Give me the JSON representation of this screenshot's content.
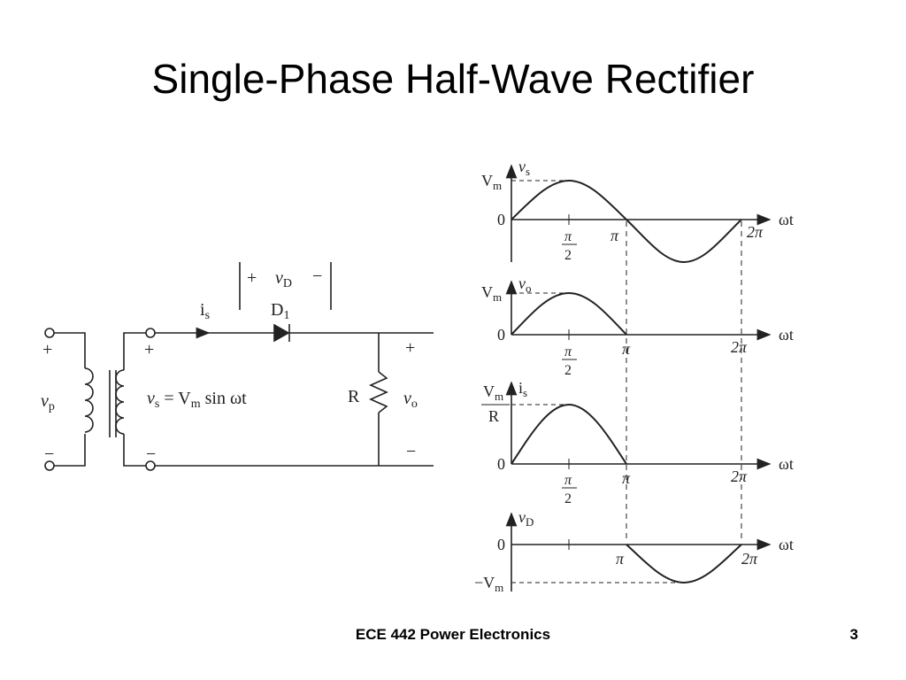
{
  "slide": {
    "title": "Single-Phase Half-Wave Rectifier",
    "footer": "ECE 442 Power Electronics",
    "page_number": "3"
  },
  "circuit": {
    "plus": "+",
    "minus": "−",
    "primary_v": "v",
    "primary_sub": "p",
    "diode_v": "v",
    "diode_sub": "D",
    "current": "i",
    "current_sub": "s",
    "diode_name": "D",
    "diode_sub_num": "1",
    "source_eq_v": "v",
    "source_eq_sub": "s",
    "source_eq_rhs": " = V",
    "source_eq_m": "m",
    "source_eq_tail": " sin ωt",
    "resistor": "R",
    "out_v": "v",
    "out_sub": "o"
  },
  "waveforms": {
    "axis_label": "ωt",
    "zero": "0",
    "pi": "π",
    "two_pi": "2π",
    "half_num": "π",
    "half_den": "2",
    "vm": "V",
    "vm_sub": "m",
    "r_den": "R",
    "neg_vm": "−V",
    "plot1_v": "v",
    "plot1_sub": "s",
    "plot2_v": "v",
    "plot2_sub": "o",
    "plot3_v": "i",
    "plot3_sub": "s",
    "plot4_v": "v",
    "plot4_sub": "D"
  },
  "colors": {
    "ink": "#222222",
    "background": "#ffffff"
  }
}
